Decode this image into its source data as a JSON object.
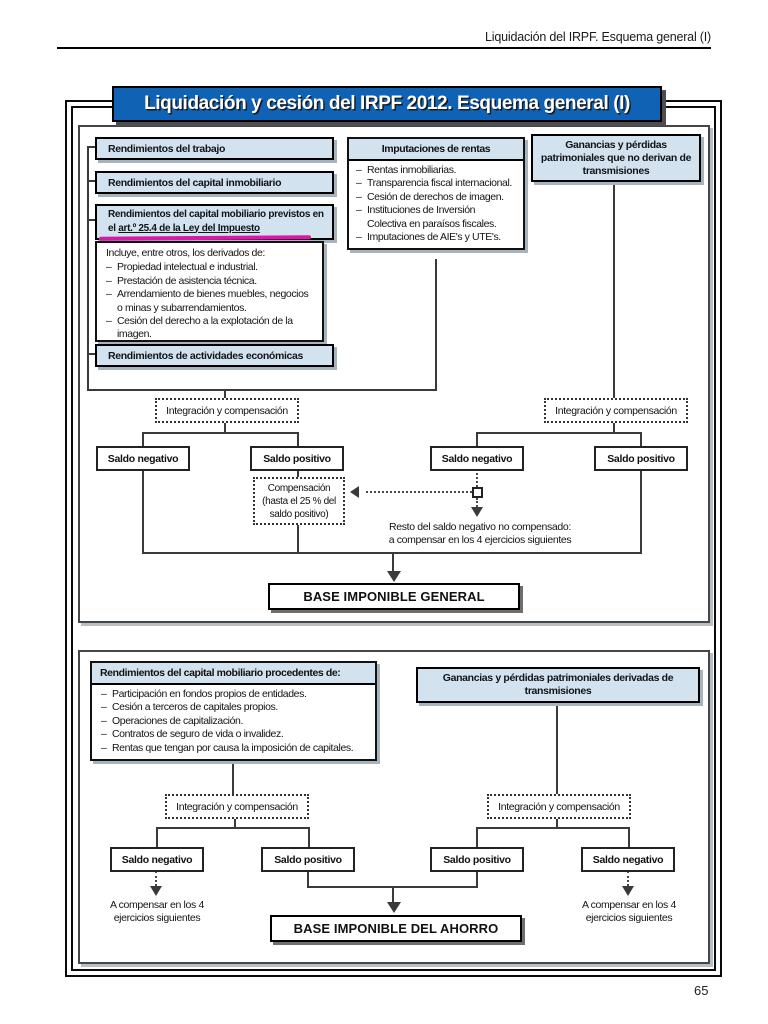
{
  "page": {
    "header_text": "Liquidación del IRPF. Esquema general (I)",
    "page_number": "65"
  },
  "banner": {
    "title": "Liquidación y cesión del IRPF 2012. Esquema general (I)"
  },
  "labels": {
    "integracion": "Integración y compensación",
    "saldo_negativo": "Saldo negativo",
    "saldo_positivo": "Saldo positivo"
  },
  "top": {
    "trabajo": "Rendimientos del trabajo",
    "inmobiliario": "Rendimientos del capital inmobiliario",
    "mobiliario_prefix": "Rendimientos del capital mobiliario previstos en el ",
    "mobiliario_underlined": "art.º 25.4 de la Ley del Impuesto",
    "incluye": {
      "intro": "Incluye, entre otros, los derivados de:",
      "items": [
        "Propiedad intelectual e industrial.",
        "Prestación de asistencia técnica.",
        "Arrendamiento de bienes muebles, negocios o minas y subarrendamientos.",
        "Cesión del derecho a la explotación de la imagen."
      ]
    },
    "actividades": "Rendimientos de actividades económicas",
    "imputaciones": {
      "title": "Imputaciones de rentas",
      "items": [
        "Rentas inmobiliarias.",
        "Transparencia fiscal internacional.",
        "Cesión de derechos de imagen.",
        "Instituciones de Inversión Colectiva en paraísos fiscales.",
        "Imputaciones de AIE's y UTE's."
      ]
    },
    "ganancias_no_transmisiones": "Ganancias y pérdidas patrimoniales que no derivan de transmisiones",
    "compensacion": [
      "Compensación",
      "(hasta el 25 % del",
      "saldo positivo)"
    ],
    "resto": [
      "Resto del saldo negativo no compensado:",
      "a compensar en los 4 ejercicios siguientes"
    ],
    "base_general": "BASE IMPONIBLE GENERAL"
  },
  "bottom": {
    "mobiliario": {
      "title": "Rendimientos del capital mobiliario procedentes de:",
      "items": [
        "Participación en fondos propios de entidades.",
        "Cesión a terceros de capitales propios.",
        "Operaciones de capitalización.",
        "Contratos de seguro de vida o invalidez.",
        "Rentas que tengan por causa la imposición de capitales."
      ]
    },
    "ganancias_transmisiones": "Ganancias y pérdidas patrimoniales derivadas de transmisiones",
    "a_compensar": "A compensar en los 4 ejercicios siguientes",
    "base_ahorro": "BASE IMPONIBLE DEL AHORRO"
  },
  "colors": {
    "banner_blue": "#1062b4",
    "box_blue": "#d3e2ef",
    "highlight_magenta": "#d619a6"
  }
}
